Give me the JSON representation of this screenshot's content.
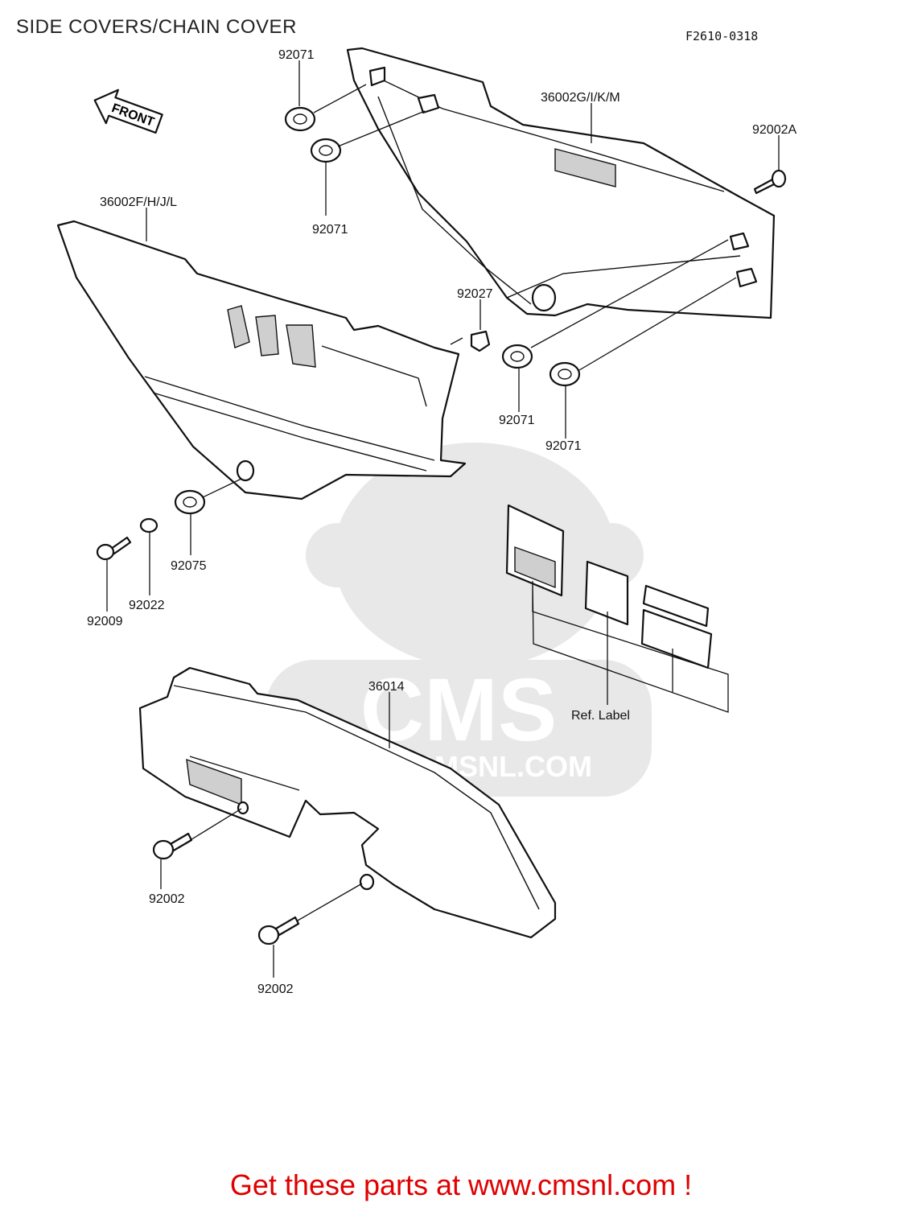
{
  "page": {
    "title": "SIDE COVERS/CHAIN COVER",
    "diagram_code": "F2610-0318",
    "footer_text": "Get these parts at www.cmsnl.com !",
    "watermark": {
      "logo_text": "CMS",
      "url_text": "WWW.CMSNL.COM"
    },
    "front_arrow_label": "FRONT"
  },
  "parts": {
    "p1": "92071",
    "p2": "36002G/I/K/M",
    "p3": "92002A",
    "p4": "36002F/H/J/L",
    "p5": "92071",
    "p6": "92027",
    "p7": "92071",
    "p8": "92071",
    "p9": "92075",
    "p10": "92022",
    "p11": "92009",
    "p12": "36014",
    "p13": "Ref. Label",
    "p14": "92002",
    "p15": "92002"
  },
  "colors": {
    "footer": "#e00000",
    "line": "#111111",
    "watermark": "#e8e8e8"
  }
}
